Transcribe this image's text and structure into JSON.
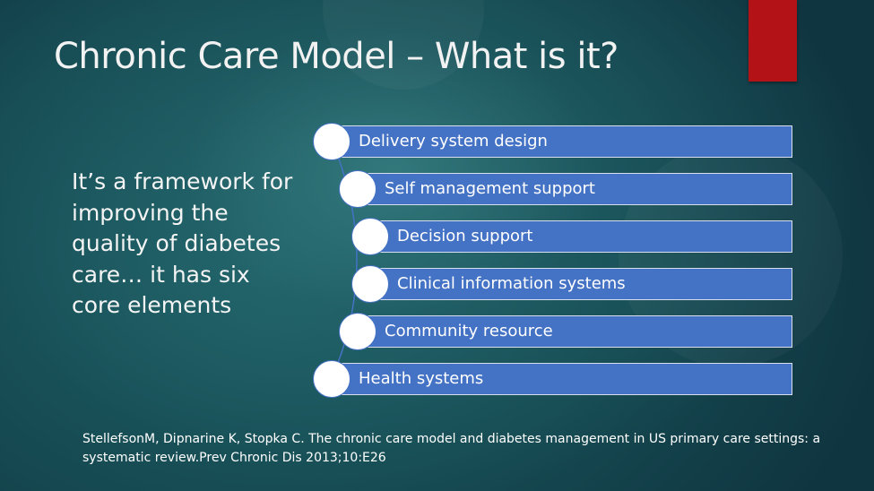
{
  "slide": {
    "title": "Chronic Care Model – What is it?",
    "body_text": "It’s a framework for improving the quality of diabetes care… it has six core elements",
    "elements": [
      {
        "label": "Delivery system design"
      },
      {
        "label": "Self management support"
      },
      {
        "label": "Decision support"
      },
      {
        "label": "Clinical information systems"
      },
      {
        "label": "Community resource"
      },
      {
        "label": "Health systems"
      }
    ],
    "citation": "StellefsonM, Dipnarine K, Stopka C. The chronic care model and diabetes management in US primary care settings: a systematic review.Prev Chronic Dis 2013;10:E26"
  },
  "colors": {
    "accent_red": "#b31217",
    "item_blue": "#4472c4",
    "text_white": "#ffffff"
  }
}
